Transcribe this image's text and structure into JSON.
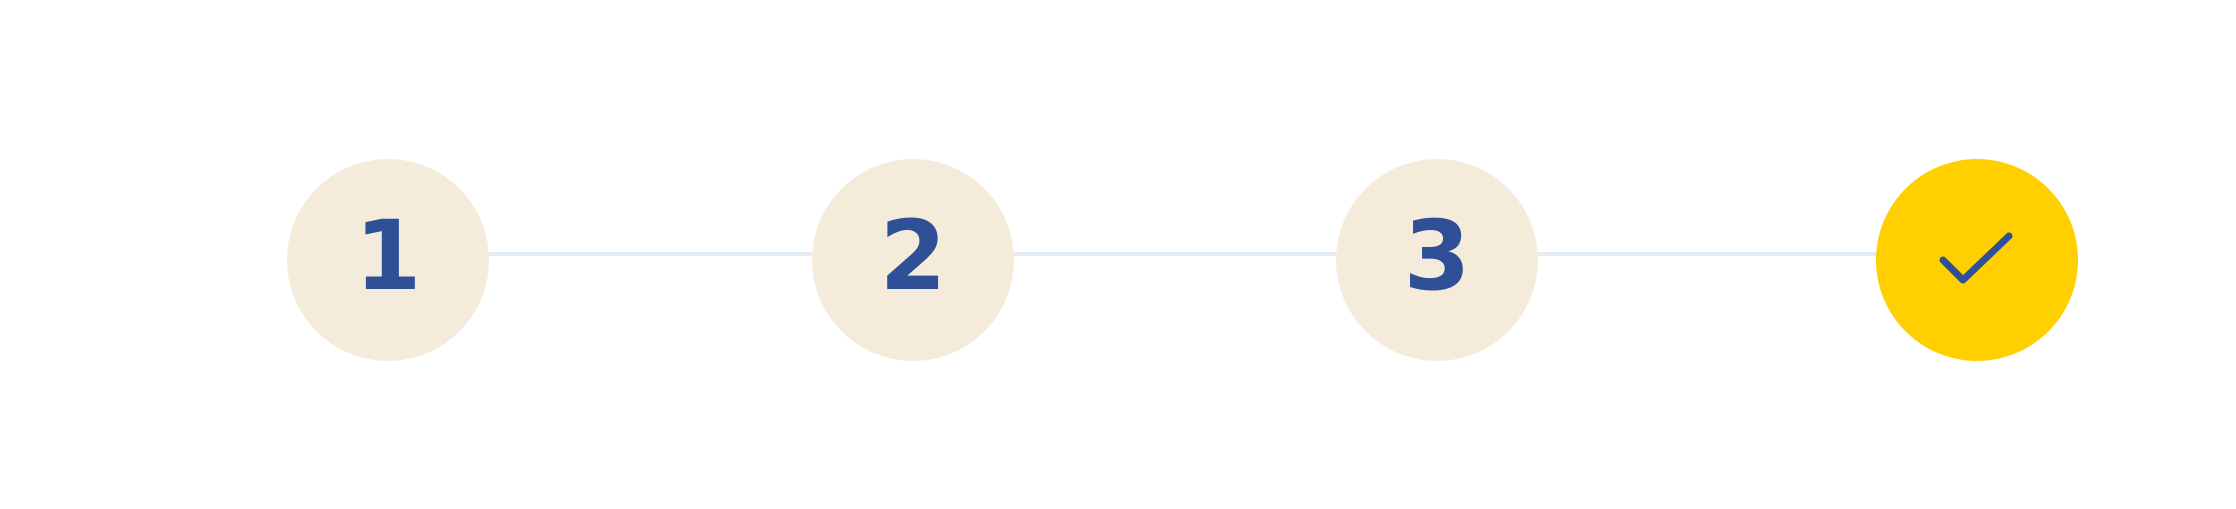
{
  "stepper": {
    "steps": [
      {
        "label": "1",
        "state": "pending"
      },
      {
        "label": "2",
        "state": "pending"
      },
      {
        "label": "3",
        "state": "pending"
      },
      {
        "icon": "check-icon",
        "state": "complete"
      }
    ]
  },
  "colors": {
    "pending_bg": "#f5ebdb",
    "complete_bg": "#ffcf00",
    "number_color": "#2f4f97",
    "connector": "#e3ebf3"
  }
}
